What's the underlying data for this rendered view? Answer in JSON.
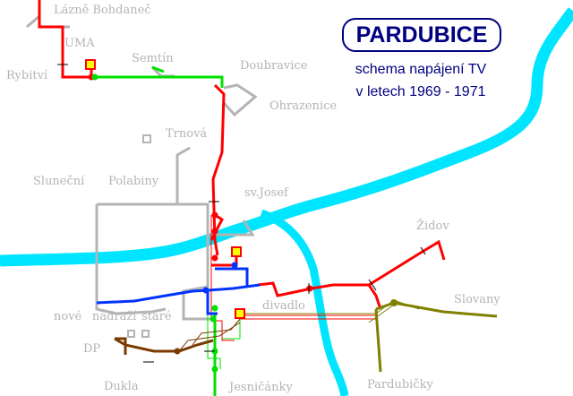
{
  "title": "PARDUBICE",
  "subtitle_line1": "schema napájení TV",
  "subtitle_line2": "v letech 1969 - 1971",
  "places": {
    "lazne_bohdanec": "Lázně Bohdaneč",
    "uma": "UMA",
    "rybitvi": "Rybitví",
    "semtin": "Semtín",
    "doubravice": "Doubravice",
    "ohrazenice": "Ohrazenice",
    "trnova": "Trnová",
    "slunecni": "Sluneční",
    "polabiny": "Polabiny",
    "sv_josef": "sv.Josef",
    "zidov": "Židov",
    "slovany": "Slovany",
    "divadlo": "divadlo",
    "nove": "nové",
    "nadrazi": "nádraží",
    "stare": "staré",
    "dp": "DP",
    "dukla": "Dukla",
    "jesnicanky": "Jesničánky",
    "pardubicky": "Pardubičky"
  },
  "colors": {
    "river": "#00e5ff",
    "title": "#000080",
    "red": "#ff0000",
    "green": "#00e000",
    "blue": "#0033ff",
    "olive": "#808000",
    "brown": "#7a3a00",
    "gray": "#b4b4b4",
    "label": "#b4b4b4"
  }
}
